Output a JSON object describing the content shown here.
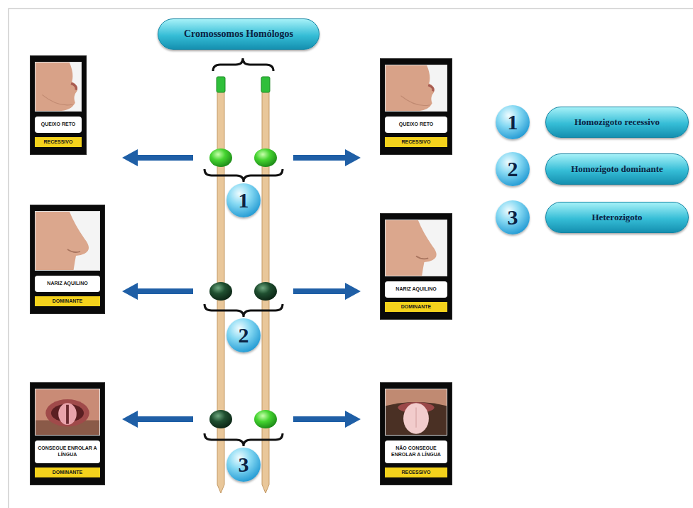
{
  "diagram": {
    "nodes": [
      {
        "text": [
          "Cromossomos Homólogos"
        ]
      },
      {
        "text": [
          "QUEIXO RETO",
          "RECESSIVO"
        ]
      },
      {
        "text": [
          "QUEIXO RETO",
          "RECESSIVO"
        ]
      },
      {
        "text": [
          "1"
        ]
      },
      {
        "text": [
          "1"
        ]
      },
      {
        "text": [
          "Homozigoto recessivo"
        ]
      },
      {
        "text": [
          "2"
        ]
      },
      {
        "text": [
          "Homozigoto dominante"
        ]
      },
      {
        "text": [
          "3"
        ]
      },
      {
        "text": [
          "Heterozigoto"
        ]
      },
      {
        "text": [
          "NARIZ AQUILINO",
          "DOMINANTE"
        ]
      },
      {
        "text": [
          "NARIZ AQUILINO",
          "DOMINANTE"
        ]
      },
      {
        "text": [
          "2"
        ]
      },
      {
        "text": [
          "CONSEGUE ENROLAR A LÍNGUA",
          "DOMINANTE"
        ]
      },
      {
        "text": [
          "NÃO CONSEGUE ENROLAR A LÍNGUA",
          "RECESSIVO"
        ]
      },
      {
        "text": [
          "3"
        ]
      }
    ]
  }
}
